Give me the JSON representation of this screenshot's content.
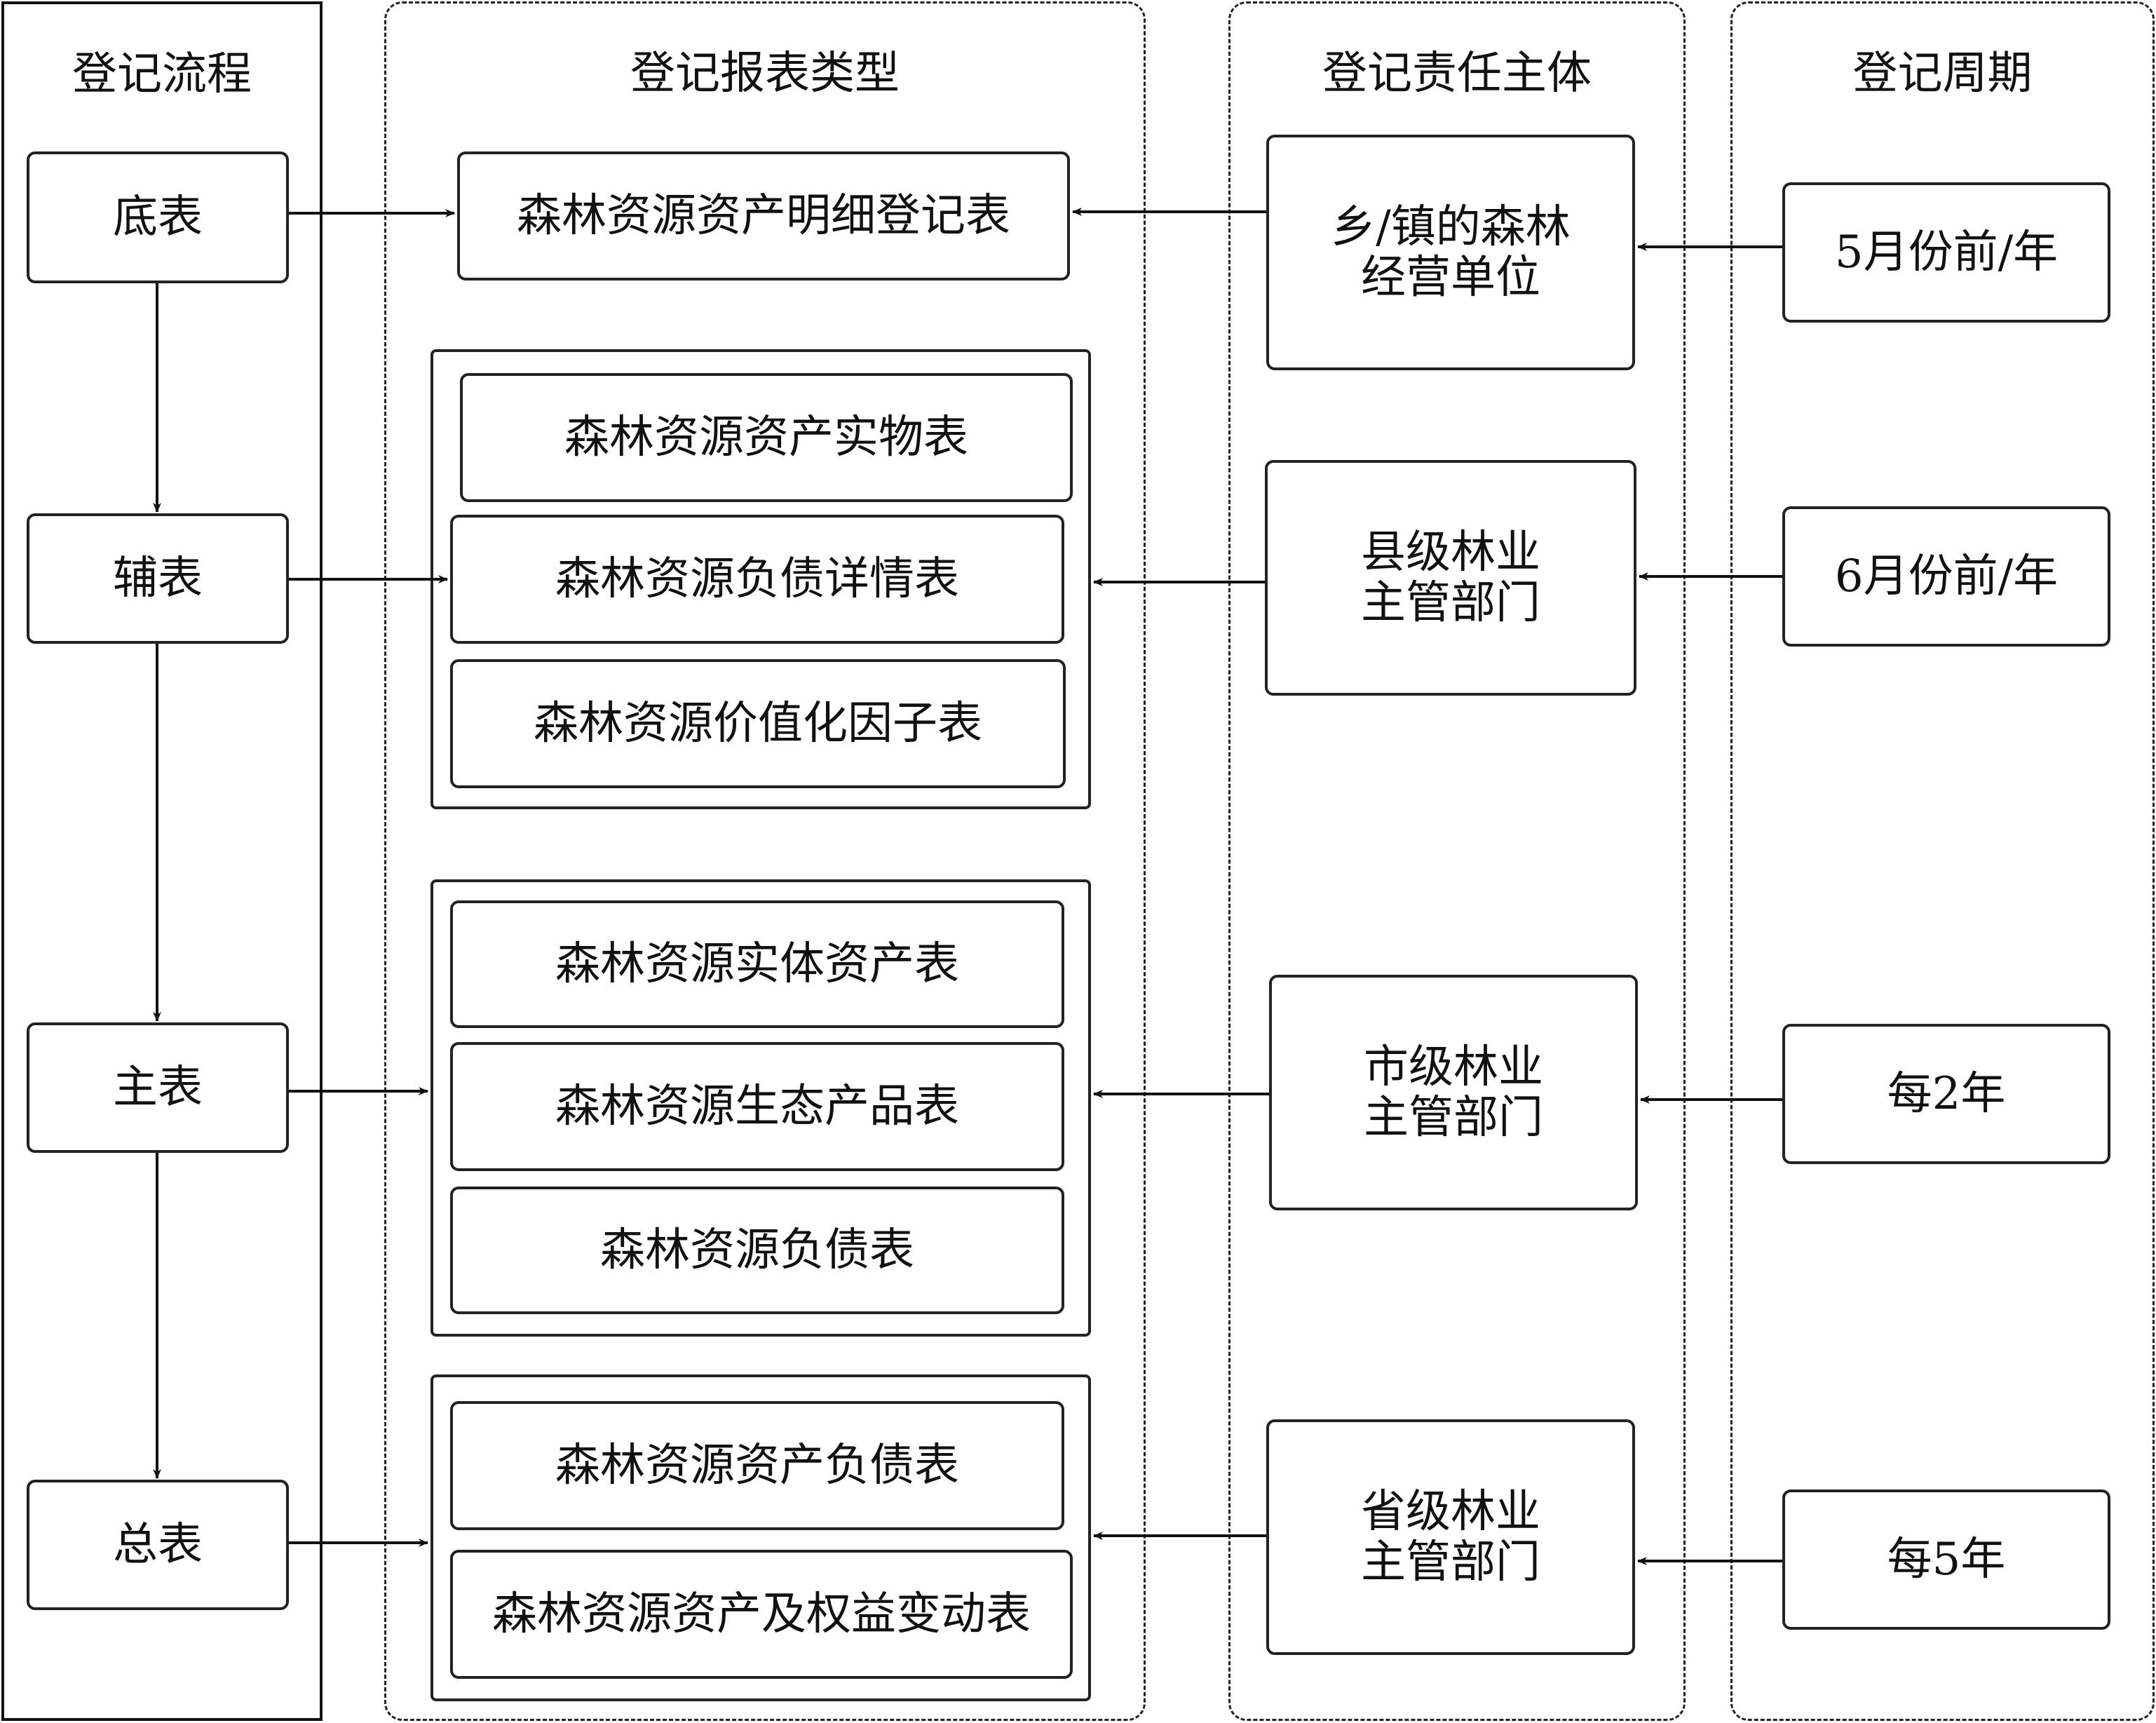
{
  "columns": {
    "process": "登记流程",
    "report_types": "登记报表类型",
    "responsible": "登记责任主体",
    "period": "登记周期"
  },
  "process_steps": [
    "底表",
    "辅表",
    "主表",
    "总表"
  ],
  "reports": {
    "base": "森林资源资产明细登记表",
    "aux": [
      "森林资源资产实物表",
      "森林资源负债详情表",
      "森林资源价值化因子表"
    ],
    "main": [
      "森林资源实体资产表",
      "森林资源生态产品表",
      "森林资源负债表"
    ],
    "total": [
      "森林资源资产负债表",
      "森林资源资产及权益变动表"
    ]
  },
  "responsible_entities": [
    "乡/镇的森林\n经营单位",
    "县级林业\n主管部门",
    "市级林业\n主管部门",
    "省级林业\n主管部门"
  ],
  "periods": [
    "5月份前/年",
    "6月份前/年",
    "每2年",
    "每5年"
  ]
}
